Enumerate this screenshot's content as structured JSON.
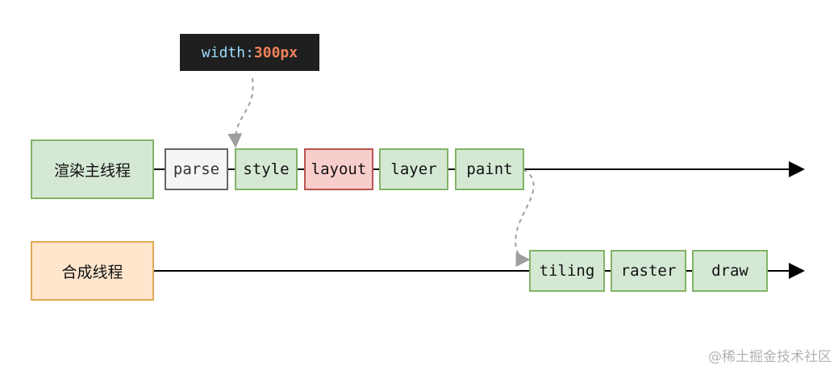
{
  "tooltip": {
    "property": "width:",
    "value": "300px"
  },
  "threads": {
    "main": "渲染主线程",
    "compositor": "合成线程"
  },
  "main_steps": [
    "parse",
    "style",
    "layout",
    "layer",
    "paint"
  ],
  "compositor_steps": [
    "tiling",
    "raster",
    "draw"
  ],
  "watermark": "@稀土掘金技术社区",
  "colors": {
    "green_fill": "#d5e8d4",
    "green_border": "#82b366",
    "red_fill": "#f8cecc",
    "red_border": "#b85450",
    "orange_fill": "#ffe6cc",
    "orange_border": "#e0a955",
    "gray_fill": "#f5f5f5",
    "gray_border": "#666666",
    "tooltip_bg": "#1f1f1f"
  }
}
